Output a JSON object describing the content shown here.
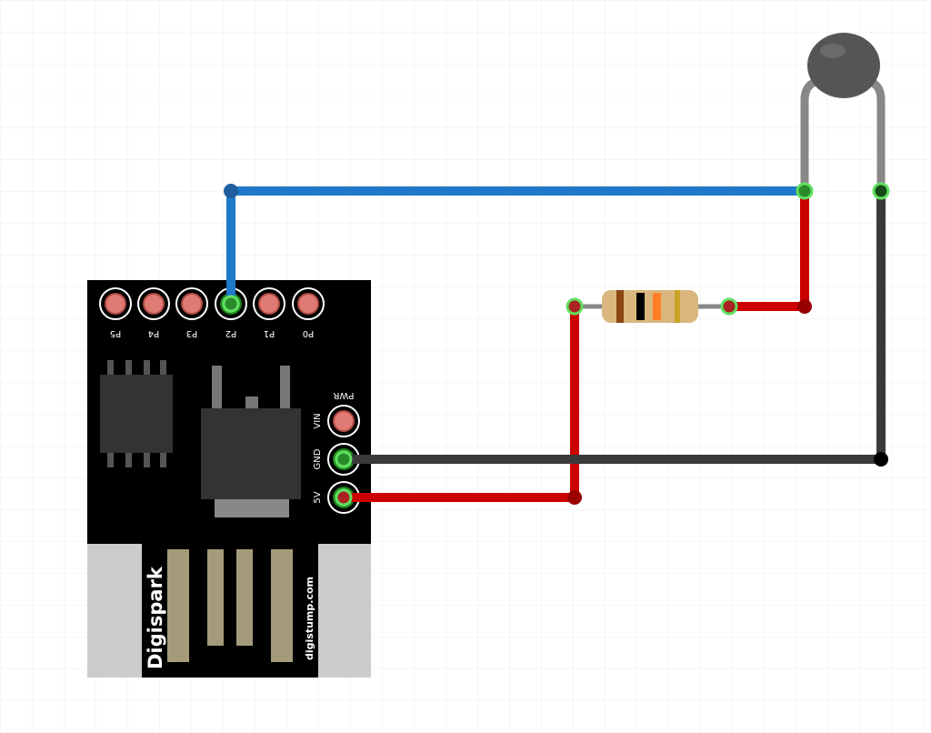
{
  "board": {
    "brand": "Digispark",
    "url": "digistump.com",
    "header_pins": [
      "P5",
      "P4",
      "P3",
      "P2",
      "P1",
      "P0"
    ],
    "power_label": "PWR",
    "power_pins": [
      "VIN",
      "GND",
      "5V"
    ]
  },
  "colors": {
    "background": "#ffffff",
    "grid": "#eeeeee",
    "board": "#000000",
    "usb": "#cccccc",
    "usb_contact": "#a59b7a",
    "pad": "#e07a74",
    "pad_active": "#3ab83a",
    "wire_signal": "#1f79c8",
    "wire_power": "#cc0000",
    "wire_ground": "#3a3a3a",
    "thermistor": "#555555",
    "resistor_body": "#d9b77e"
  },
  "components": {
    "microcontroller": "Digispark",
    "resistor_bands": [
      "#8b4513",
      "#000000",
      "#ff7f27",
      "#c9a227"
    ],
    "sensor": "thermistor"
  },
  "connections": [
    {
      "from": "P2",
      "to": "thermistor-left-lead",
      "color": "blue"
    },
    {
      "from": "thermistor-left-lead",
      "to": "resistor-right-lead",
      "color": "red"
    },
    {
      "from": "resistor-left-lead",
      "to": "5V",
      "color": "red"
    },
    {
      "from": "thermistor-right-lead",
      "to": "GND",
      "color": "black"
    }
  ]
}
